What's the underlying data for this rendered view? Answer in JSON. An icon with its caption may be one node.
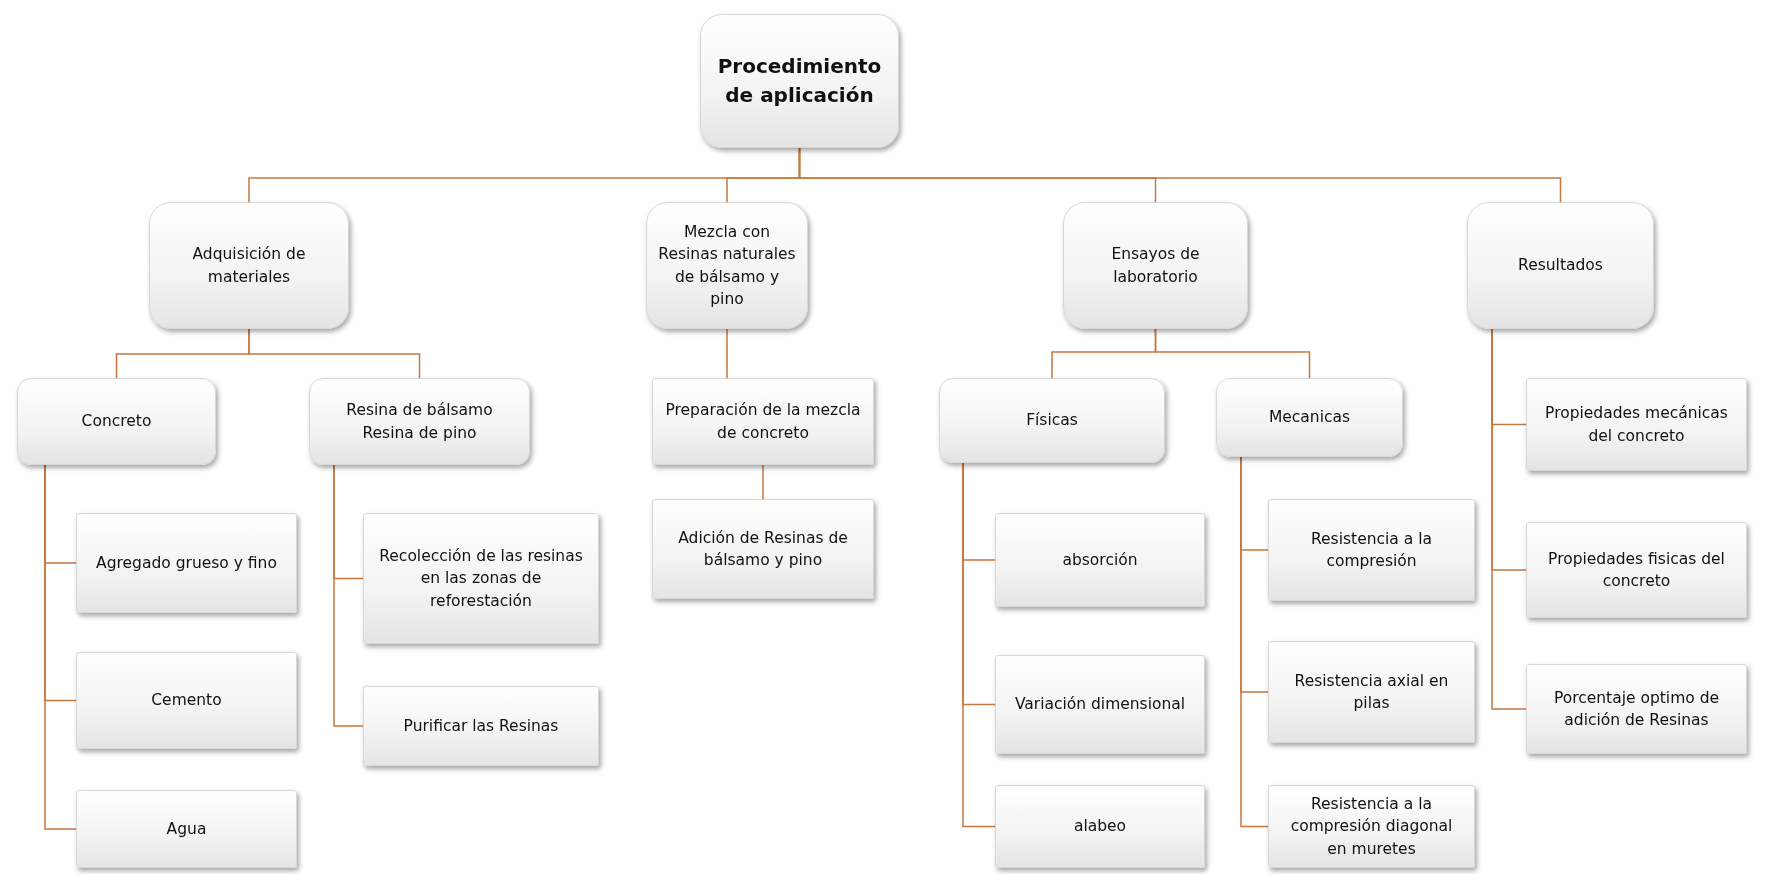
{
  "diagram": {
    "nodes": [
      {
        "text": [
          "Procedimiento de aplicación"
        ]
      },
      {
        "text": [
          "Adquisición de materiales"
        ]
      },
      {
        "text": [
          "Mezcla con Resinas naturales de bálsamo y pino"
        ]
      },
      {
        "text": [
          "Ensayos de laboratorio"
        ]
      },
      {
        "text": [
          "Resultados"
        ]
      },
      {
        "text": [
          "Concreto"
        ]
      },
      {
        "text": [
          "Resina de bálsamo",
          "Resina de pino"
        ]
      },
      {
        "text": [
          "Agregado grueso y fino"
        ]
      },
      {
        "text": [
          "Cemento"
        ]
      },
      {
        "text": [
          "Agua"
        ]
      },
      {
        "text": [
          "Recolección de las resinas en las zonas de reforestación"
        ]
      },
      {
        "text": [
          "Purificar las Resinas"
        ]
      },
      {
        "text": [
          "Preparación de la mezcla de concreto"
        ]
      },
      {
        "text": [
          "Adición de Resinas de bálsamo y pino"
        ]
      },
      {
        "text": [
          "Físicas"
        ]
      },
      {
        "text": [
          "Mecanicas"
        ]
      },
      {
        "text": [
          "absorción"
        ]
      },
      {
        "text": [
          "Variación dimensional"
        ]
      },
      {
        "text": [
          "alabeo"
        ]
      },
      {
        "text": [
          "Resistencia a la compresión"
        ]
      },
      {
        "text": [
          "Resistencia axial en pilas"
        ]
      },
      {
        "text": [
          "Resistencia a la compresión diagonal en muretes"
        ]
      },
      {
        "text": [
          "Propiedades mecánicas del concreto"
        ]
      },
      {
        "text": [
          "Propiedades fisicas del concreto"
        ]
      },
      {
        "text": [
          "Porcentaje optimo de adición de Resinas"
        ]
      }
    ],
    "edges": [
      {
        "from": 0,
        "to": 1,
        "arrow": "none"
      },
      {
        "from": 0,
        "to": 2,
        "arrow": "none"
      },
      {
        "from": 0,
        "to": 3,
        "arrow": "none"
      },
      {
        "from": 0,
        "to": 4,
        "arrow": "none"
      },
      {
        "from": 1,
        "to": 5,
        "arrow": "none"
      },
      {
        "from": 1,
        "to": 6,
        "arrow": "none"
      },
      {
        "from": 5,
        "to": 7,
        "arrow": "none"
      },
      {
        "from": 5,
        "to": 8,
        "arrow": "none"
      },
      {
        "from": 5,
        "to": 9,
        "arrow": "none"
      },
      {
        "from": 6,
        "to": 10,
        "arrow": "none"
      },
      {
        "from": 6,
        "to": 11,
        "arrow": "none"
      },
      {
        "from": 2,
        "to": 12,
        "arrow": "none"
      },
      {
        "from": 12,
        "to": 13,
        "arrow": "none"
      },
      {
        "from": 3,
        "to": 14,
        "arrow": "none"
      },
      {
        "from": 3,
        "to": 15,
        "arrow": "none"
      },
      {
        "from": 14,
        "to": 16,
        "arrow": "none"
      },
      {
        "from": 14,
        "to": 17,
        "arrow": "none"
      },
      {
        "from": 14,
        "to": 18,
        "arrow": "none"
      },
      {
        "from": 15,
        "to": 19,
        "arrow": "none"
      },
      {
        "from": 15,
        "to": 20,
        "arrow": "none"
      },
      {
        "from": 15,
        "to": 21,
        "arrow": "none"
      },
      {
        "from": 4,
        "to": 22,
        "arrow": "none"
      },
      {
        "from": 4,
        "to": 23,
        "arrow": "none"
      },
      {
        "from": 4,
        "to": 24,
        "arrow": "none"
      }
    ]
  }
}
